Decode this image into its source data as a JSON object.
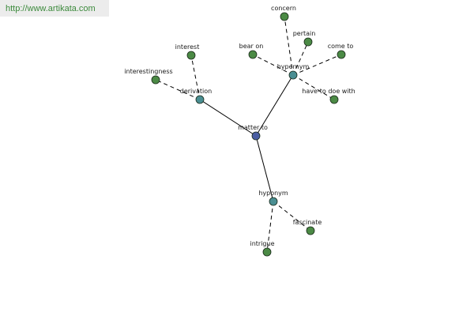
{
  "url": "http://www.artikata.com",
  "colors": {
    "center": "#4a5ea3",
    "relation": "#4a8e92",
    "leaf": "#4b8a45"
  },
  "nodes": [
    {
      "id": "matter-to",
      "label": "matter to",
      "kind": "center"
    },
    {
      "id": "derivation",
      "label": "derivation",
      "kind": "relation"
    },
    {
      "id": "hypernym",
      "label": "hypernym",
      "kind": "relation"
    },
    {
      "id": "hyponym",
      "label": "hyponym",
      "kind": "relation"
    },
    {
      "id": "interest",
      "label": "interest",
      "kind": "leaf"
    },
    {
      "id": "interestingness",
      "label": "interestingness",
      "kind": "leaf"
    },
    {
      "id": "concern",
      "label": "concern",
      "kind": "leaf"
    },
    {
      "id": "pertain",
      "label": "pertain",
      "kind": "leaf"
    },
    {
      "id": "bear-on",
      "label": "bear on",
      "kind": "leaf"
    },
    {
      "id": "come-to",
      "label": "come to",
      "kind": "leaf"
    },
    {
      "id": "have-to-doe-with",
      "label": "have-to doe with",
      "kind": "leaf"
    },
    {
      "id": "fascinate",
      "label": "fascinate",
      "kind": "leaf"
    },
    {
      "id": "intrigue",
      "label": "intrigue",
      "kind": "leaf"
    }
  ],
  "edges": [
    {
      "from": "matter-to",
      "to": "derivation",
      "style": "solid"
    },
    {
      "from": "matter-to",
      "to": "hypernym",
      "style": "solid"
    },
    {
      "from": "matter-to",
      "to": "hyponym",
      "style": "solid"
    },
    {
      "from": "derivation",
      "to": "interest",
      "style": "dashed"
    },
    {
      "from": "derivation",
      "to": "interestingness",
      "style": "dashed"
    },
    {
      "from": "hypernym",
      "to": "concern",
      "style": "dashed"
    },
    {
      "from": "hypernym",
      "to": "pertain",
      "style": "dashed"
    },
    {
      "from": "hypernym",
      "to": "bear-on",
      "style": "dashed"
    },
    {
      "from": "hypernym",
      "to": "come-to",
      "style": "dashed"
    },
    {
      "from": "hypernym",
      "to": "have-to-doe-with",
      "style": "dashed"
    },
    {
      "from": "hyponym",
      "to": "fascinate",
      "style": "dashed"
    },
    {
      "from": "hyponym",
      "to": "intrigue",
      "style": "dashed"
    }
  ]
}
